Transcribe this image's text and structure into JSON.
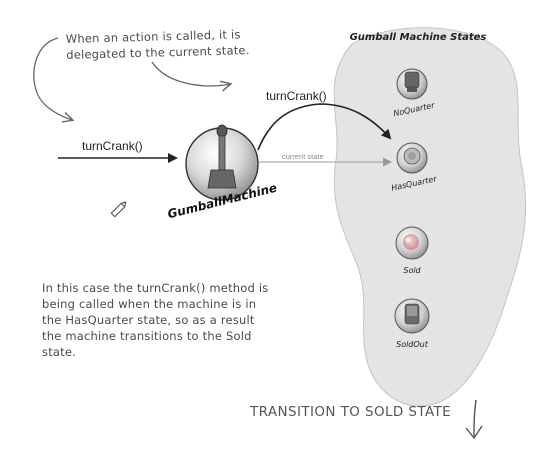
{
  "annotation_top": "When an action is called, it is delegated to the current state.",
  "annotation_bottom": "In this case the turnCrank() method is being called when the machine is in the HasQuarter state, so as a result the machine transitions to the Sold state.",
  "left_arrow_label": "turnCrank()",
  "right_arrow_label": "turnCrank()",
  "current_state_label": "current state",
  "machine_label": "GumballMachine",
  "states_title": "Gumball Machine States",
  "states": [
    {
      "name": "NoQuarter"
    },
    {
      "name": "HasQuarter"
    },
    {
      "name": "Sold"
    },
    {
      "name": "SoldOut"
    }
  ],
  "footer": "TRANSITION TO SOLD STATE",
  "colors": {
    "blob": "#e4e4e4",
    "blob_outline": "#bdbdbd",
    "ink": "#333333",
    "current_state_line": "#9a9a9a"
  }
}
